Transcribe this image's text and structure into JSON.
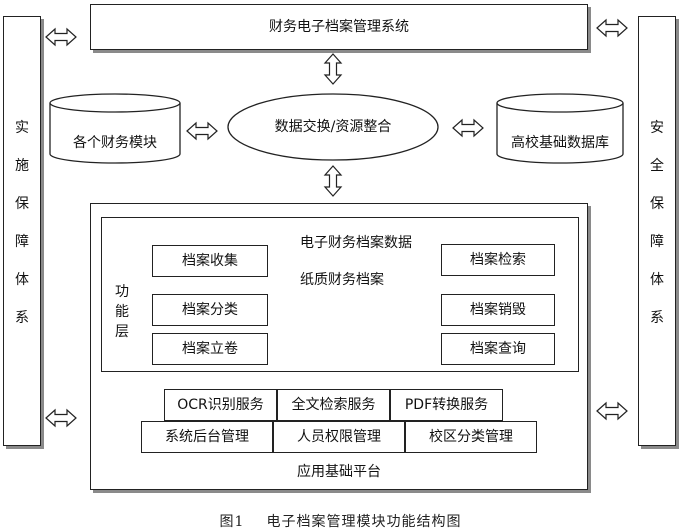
{
  "top_system": "财务电子档案管理系统",
  "left_system": [
    "实",
    "施",
    "保",
    "障",
    "体",
    "系"
  ],
  "right_system": [
    "安",
    "全",
    "保",
    "障",
    "体",
    "系"
  ],
  "db_left": "各个财务模块",
  "db_center": "数据交换/资源整合",
  "db_right": "高校基础数据库",
  "function_layer": {
    "title": [
      "功",
      "能",
      "层"
    ],
    "collect": "档案收集",
    "classify": "档案分类",
    "filing": "档案立卷",
    "electronic": "电子财务档案数据",
    "paper": "纸质财务档案",
    "search": "档案检索",
    "destroy": "档案销毁",
    "query": "档案查询"
  },
  "services": {
    "ocr": "OCR识别服务",
    "fulltext": "全文检索服务",
    "pdf": "PDF转换服务",
    "backend": "系统后台管理",
    "permission": "人员权限管理",
    "campus": "校区分类管理"
  },
  "platform": "应用基础平台",
  "caption": {
    "number": "图1",
    "title": "电子档案管理模块功能结构图"
  }
}
